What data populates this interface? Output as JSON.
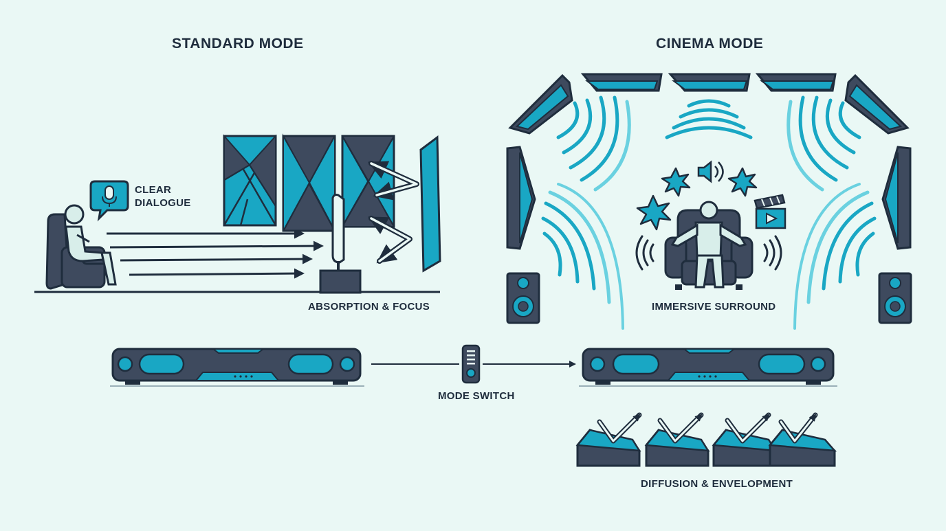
{
  "titles": {
    "left": "STANDARD MODE",
    "right": "CINEMA MODE"
  },
  "labels": {
    "clear_dialogue_line1": "CLEAR",
    "clear_dialogue_line2": "DIALOGUE",
    "absorption": "ABSORPTION & FOCUS",
    "immersive": "IMMERSIVE SURROUND",
    "mode_switch": "MODE SWITCH",
    "diffusion": "DIFFUSION & ENVELOPMENT"
  },
  "colors": {
    "background": "#eaf8f5",
    "outline": "#1f2d3d",
    "panel_dark": "#3e4a5e",
    "accent": "#19a7c4",
    "accent_light": "#6ad1e0",
    "figure": "#d8eeea"
  },
  "icons": {
    "bubble": "microphone-icon",
    "remote": "remote-control-icon",
    "sound": "speaker-volume-icon",
    "clapper": "clapperboard-icon"
  }
}
